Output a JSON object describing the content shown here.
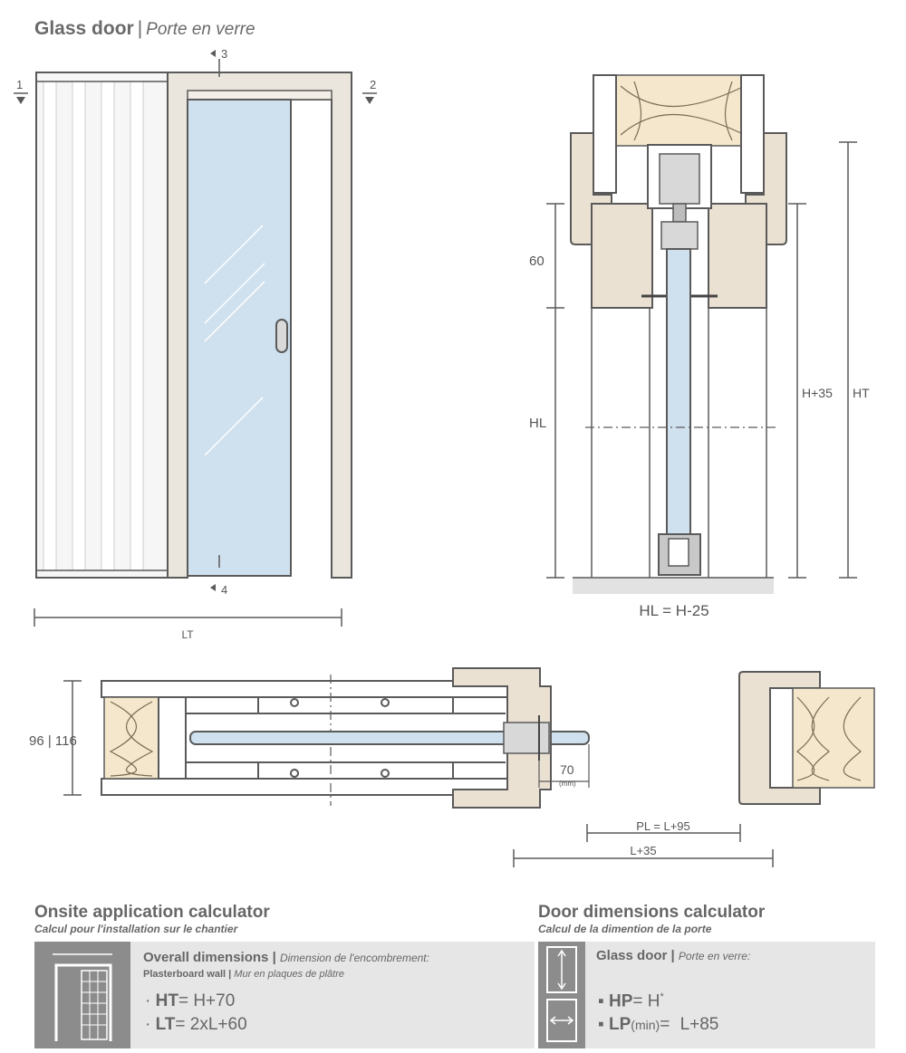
{
  "title": {
    "en": "Glass door",
    "sep": "|",
    "fr": "Porte en verre"
  },
  "elevation": {
    "markers": {
      "top": "3",
      "bottom": "4",
      "left": "1",
      "right": "2"
    },
    "width_label": "LT"
  },
  "vertical_section": {
    "labels": {
      "d60": "60",
      "hl": "HL",
      "h35": "H+35",
      "ht": "HT"
    },
    "formula": "HL = H-25"
  },
  "plan_section": {
    "wall_label": "96 | 116",
    "d70": "70",
    "d70_unit": "(mm)",
    "pl": "PL = L+95",
    "l35": "L+35"
  },
  "onsite_calc": {
    "title": "Onsite application calculator",
    "subtitle": "Calcul pour l'installation sur le chantier",
    "head_en": "Overall dimensions",
    "head_sep": "|",
    "head_fr": "Dimension de l'encombrement:",
    "sub_en": "Plasterboard wall",
    "sub_sep": "|",
    "sub_fr": "Mur en plaques de plâtre",
    "f1_label": "HT",
    "f1_value": "H+70",
    "f2_label": "LT",
    "f2_value": "2xL+60"
  },
  "door_calc": {
    "title": "Door dimensions calculator",
    "subtitle": "Calcul de la dimention de la porte",
    "head_en": "Glass door",
    "head_sep": "|",
    "head_fr": "Porte en verre:",
    "f1_label": "HP",
    "f1_value": "H",
    "f1_sup": "*",
    "f2_label": "LP",
    "f2_sub": "(min)",
    "f2_value": "L+85"
  },
  "colors": {
    "frame": "#ebe6dd",
    "glass": "#cfe1ef",
    "insulation": "#f4e7cc",
    "line": "#5a5a5a",
    "panel": "#e6e6e6",
    "icon_bg": "#8c8c8c"
  }
}
